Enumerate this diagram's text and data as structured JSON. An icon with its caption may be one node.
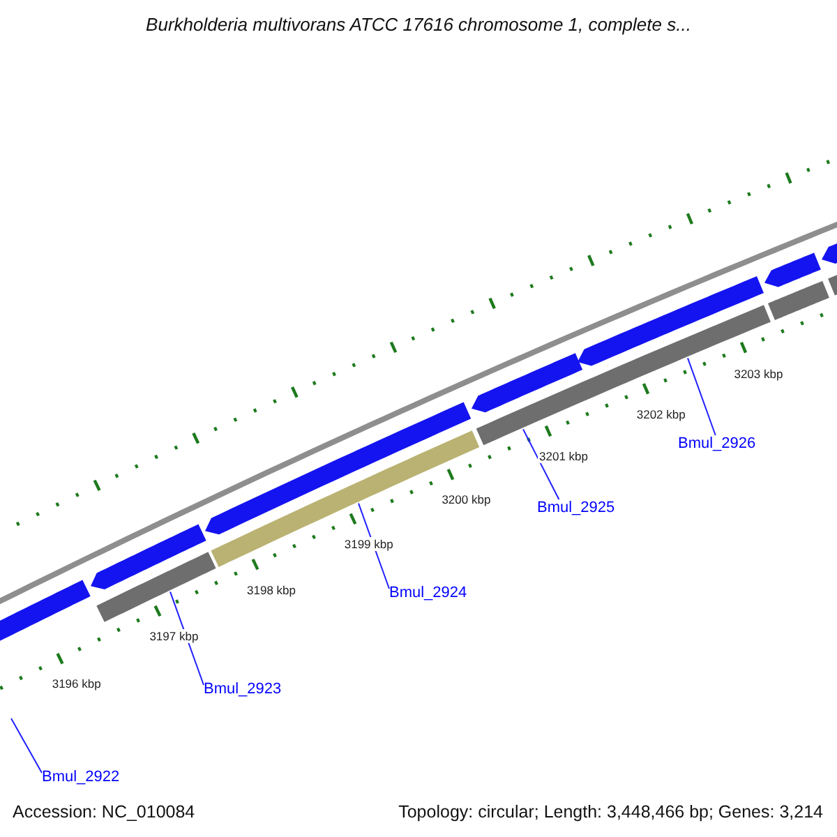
{
  "diagram": {
    "title": "Burkholderia multivorans ATCC 17616 chromosome 1, complete s...",
    "nodes": [
      {
        "text": [
          "Bmul_2922"
        ]
      },
      {
        "text": [
          "Bmul_2923"
        ]
      },
      {
        "text": [
          "Bmul_2924"
        ]
      },
      {
        "text": [
          "Bmul_2925"
        ]
      },
      {
        "text": [
          "Bmul_2926"
        ]
      },
      {
        "text": [],
        "shape": "bar"
      },
      {
        "text": [],
        "shape": "bar"
      },
      {
        "text": [],
        "shape": "bar"
      }
    ],
    "edges": [
      {
        "from": 0,
        "to": null,
        "arrow": "none"
      },
      {
        "from": 1,
        "to": 5,
        "arrow": "none"
      },
      {
        "from": 2,
        "to": 6,
        "arrow": "none"
      },
      {
        "from": 3,
        "to": 7,
        "arrow": "none"
      },
      {
        "from": 4,
        "to": 7,
        "arrow": "none"
      }
    ],
    "labels": [
      "3196 kbp",
      "3197 kbp",
      "3198 kbp",
      "3199 kbp",
      "3200 kbp",
      "3201 kbp",
      "3202 kbp",
      "3203 kbp",
      "Accession: NC_010084",
      "Topology: circular; Length: 3,448,466 bp; Genes: 3,214"
    ]
  }
}
